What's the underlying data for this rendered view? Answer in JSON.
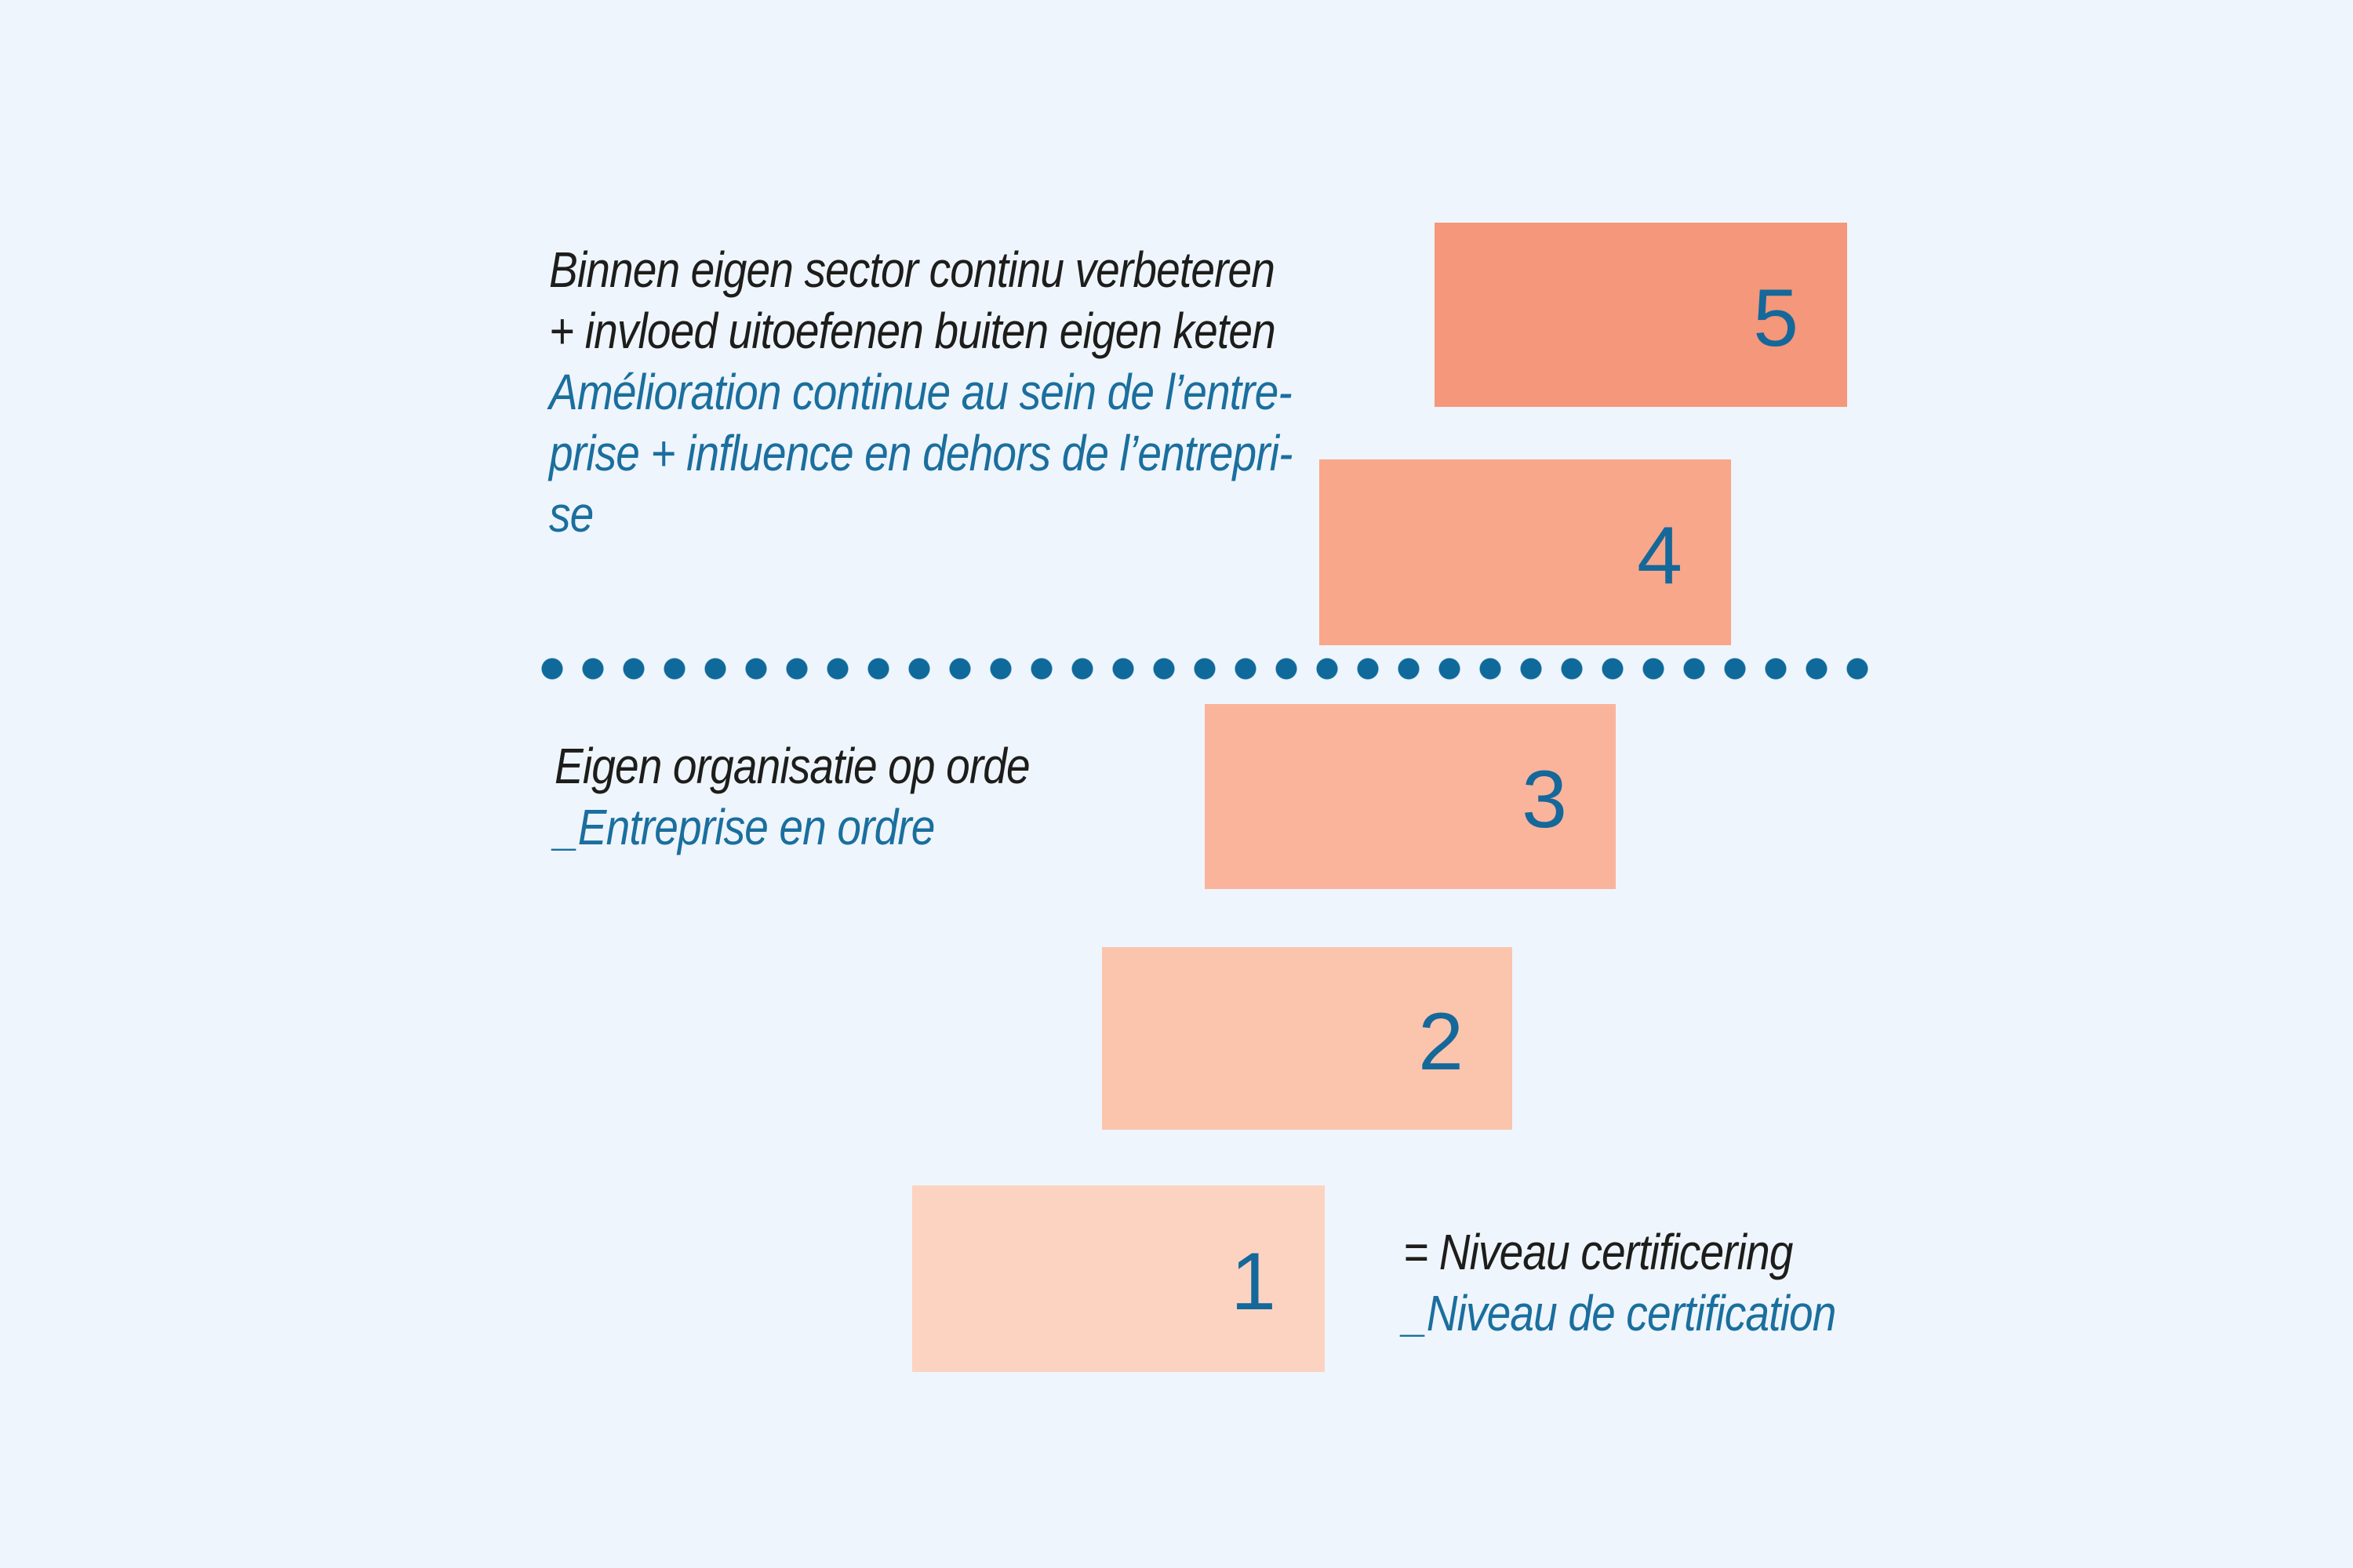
{
  "colors": {
    "background": "#eff5fc",
    "text_black": "#1d1d1b",
    "text_blue": "#1a6f9e",
    "dot_blue": "#0f6a9b",
    "number_blue": "#15689a",
    "step_1_color": "#fcd3c1",
    "step_2_color": "#fbc4ad",
    "step_3_color": "#fab49c",
    "step_4_color": "#f8a78a",
    "step_5_color": "#f4977a"
  },
  "top_label": {
    "nl_lines": [
      "Binnen eigen sector continu verbeteren",
      "+ invloed uitoefenen buiten eigen keten"
    ],
    "fr_lines": [
      "Amélioration continue au sein de l’entre-",
      "prise + influence en dehors de l’entrepri-",
      "se"
    ]
  },
  "middle_label": {
    "nl": "Eigen organisatie op orde",
    "fr": "_Entreprise en ordre"
  },
  "legend": {
    "nl": "= Niveau certificering",
    "fr": "_Niveau de certification"
  },
  "steps": [
    {
      "label": "1",
      "color": "#fcd3c1"
    },
    {
      "label": "2",
      "color": "#fbc4ad"
    },
    {
      "label": "3",
      "color": "#fab49c"
    },
    {
      "label": "4",
      "color": "#f8a78a"
    },
    {
      "label": "5",
      "color": "#f4977a"
    }
  ]
}
